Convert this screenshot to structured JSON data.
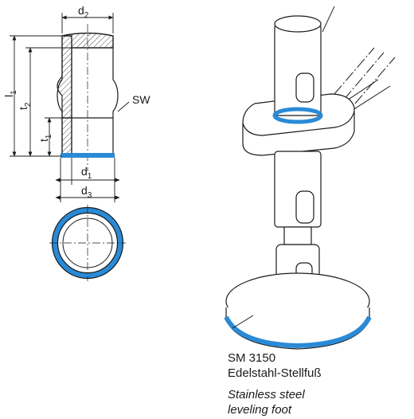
{
  "labels": {
    "d2": {
      "main": "d",
      "sub": "2"
    },
    "l1": {
      "main": "l",
      "sub": "1"
    },
    "t2": {
      "main": "t",
      "sub": "2"
    },
    "t1": {
      "main": "t",
      "sub": "1"
    },
    "sw": "SW",
    "d1": {
      "main": "d",
      "sub": "1"
    },
    "d3": {
      "main": "d",
      "sub": "3"
    }
  },
  "callout": {
    "code": "SM 3150",
    "name_de": "Edelstahl-Stellfuß",
    "name_en_line1": "Stainless steel",
    "name_en_line2": "leveling foot"
  },
  "colors": {
    "accent_blue": "#2a8ad6",
    "line": "#1a1a1a",
    "hatch": "#1a1a1a"
  }
}
